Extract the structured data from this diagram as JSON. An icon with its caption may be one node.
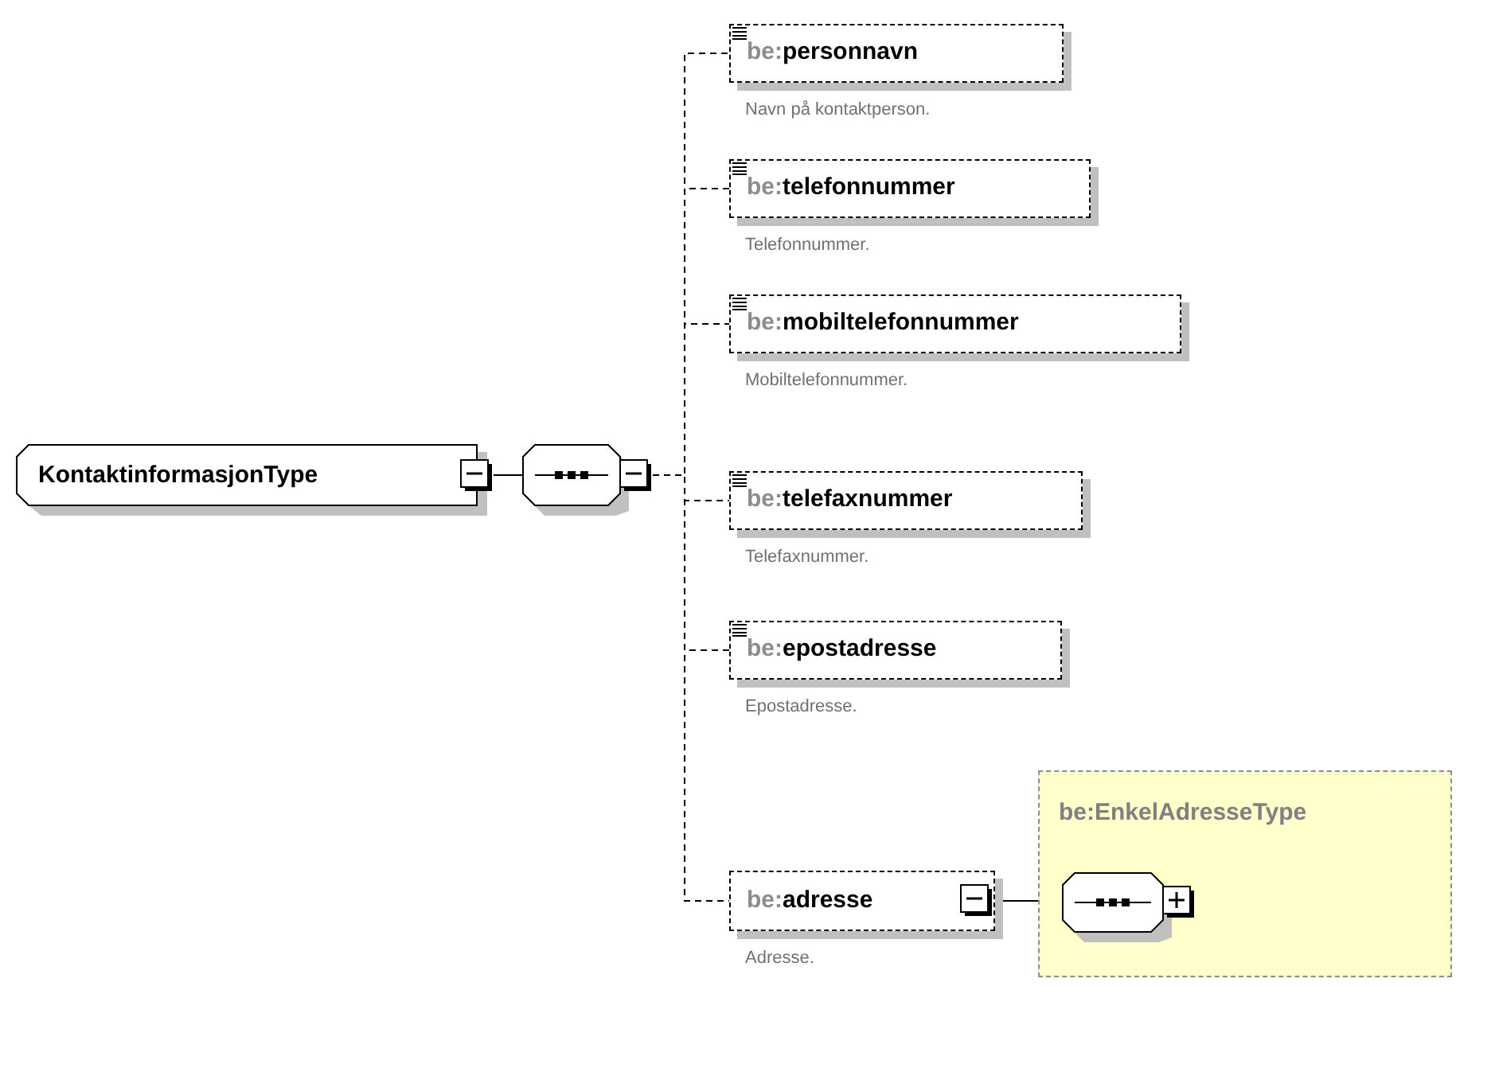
{
  "diagram": {
    "nodes": [
      {
        "text": [
          "KontaktinformasjonType"
        ]
      },
      {
        "text": [],
        "shape": "octagon"
      },
      {
        "text": [
          "be:personnavn"
        ],
        "beside": [
          "Navn på kontaktperson."
        ]
      },
      {
        "text": [
          "be:telefonnummer"
        ],
        "beside": [
          "Telefonnummer."
        ]
      },
      {
        "text": [
          "be:mobiltelefonnummer"
        ],
        "beside": [
          "Mobiltelefonnummer."
        ]
      },
      {
        "text": [
          "be:telefaxnummer"
        ],
        "beside": [
          "Telefaxnummer."
        ]
      },
      {
        "text": [
          "be:epostadresse"
        ],
        "beside": [
          "Epostadresse."
        ]
      },
      {
        "text": [
          "be:adresse"
        ],
        "beside": [
          "Adresse."
        ]
      },
      {
        "text": [
          "be:EnkelAdresseType"
        ]
      },
      {
        "text": [],
        "shape": "octagon",
        "in": 8
      }
    ],
    "edges": [
      {
        "from": 0,
        "to": 1,
        "arrow": "none"
      },
      {
        "from": 1,
        "to": 2,
        "arrow": "none",
        "style": "dashed"
      },
      {
        "from": 1,
        "to": 3,
        "arrow": "none",
        "style": "dashed"
      },
      {
        "from": 1,
        "to": 4,
        "arrow": "none",
        "style": "dashed"
      },
      {
        "from": 1,
        "to": 5,
        "arrow": "none",
        "style": "dashed"
      },
      {
        "from": 1,
        "to": 6,
        "arrow": "none",
        "style": "dashed"
      },
      {
        "from": 1,
        "to": 7,
        "arrow": "none",
        "style": "dashed"
      },
      {
        "from": 7,
        "to": 9,
        "arrow": "none"
      }
    ]
  }
}
